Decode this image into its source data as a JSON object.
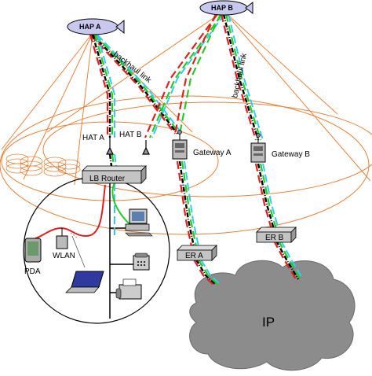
{
  "nodes": {
    "hap_a": "HAP A",
    "hap_b": "HAP B",
    "hat_a": "HAT A",
    "hat_b": "HAT B",
    "gateway_a": "Gateway A",
    "gateway_b": "Gateway B",
    "lb_router": "LB Router",
    "er_a": "ER A",
    "er_b": "ER B",
    "pda": "PDA",
    "wlan": "WLAN",
    "ip_cloud": "IP"
  },
  "links": {
    "backhaul_a": "backhaul link",
    "backhaul_b": "backhaul link"
  },
  "colors": {
    "coverage": "#e8823a",
    "link_red": "#e02020",
    "link_green": "#22cc22",
    "link_cyan": "#33ccee",
    "link_black": "#000000",
    "cloud": "#8c8c8c",
    "hap_fill": "#c8c8ee"
  }
}
